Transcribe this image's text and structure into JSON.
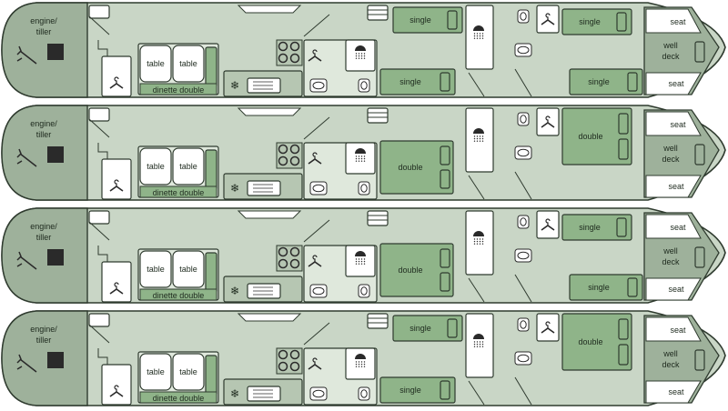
{
  "colors": {
    "hull": "#c9d6c6",
    "outline": "#2f3b2f",
    "stern": "#9eb19b",
    "room": "#dfe8dc",
    "bed": "#8fb489",
    "galley": "#b6c6b2",
    "white": "#ffffff",
    "dark": "#2a2a2a"
  },
  "common": {
    "engine_label_1": "engine/",
    "engine_label_2": "tiller",
    "table_label": "table",
    "dinette_label": "dinette double",
    "seat_label": "seat",
    "well_label_1": "well",
    "well_label_2": "deck",
    "single_label": "single",
    "double_label": "double"
  },
  "boats": [
    {
      "layout": "single-single",
      "icons": [
        "engine-icon",
        "hanger-icon",
        "hob-icon",
        "sink-icon",
        "shower-icon",
        "toilet-icon",
        "fan-icon"
      ]
    },
    {
      "layout": "double-double",
      "icons": [
        "engine-icon",
        "hanger-icon",
        "hob-icon",
        "sink-icon",
        "shower-icon",
        "toilet-icon",
        "fan-icon"
      ]
    },
    {
      "layout": "double-single",
      "icons": [
        "engine-icon",
        "hanger-icon",
        "hob-icon",
        "sink-icon",
        "shower-icon",
        "toilet-icon",
        "fan-icon"
      ]
    },
    {
      "layout": "single-double",
      "icons": [
        "engine-icon",
        "hanger-icon",
        "hob-icon",
        "sink-icon",
        "shower-icon",
        "toilet-icon",
        "fan-icon"
      ]
    }
  ]
}
